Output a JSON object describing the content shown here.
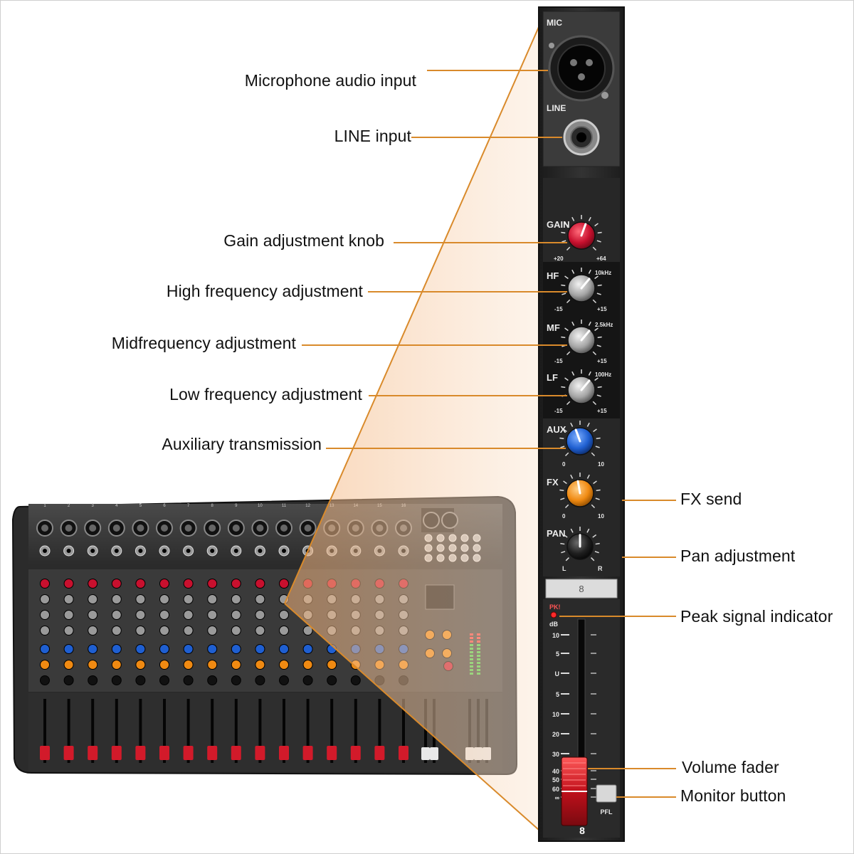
{
  "strip": {
    "mic_label": "MIC",
    "line_label": "LINE",
    "gain_label": "GAIN",
    "gain_min": "+20",
    "gain_max": "+64",
    "hf_label": "HF",
    "hf_freq": "10kHz",
    "mf_label": "MF",
    "mf_freq": "2.5kHz",
    "lf_label": "LF",
    "lf_freq": "100Hz",
    "eq_min": "-15",
    "eq_max": "+15",
    "aux_label": "AUX",
    "fx_label": "FX",
    "send_min": "0",
    "send_max": "10",
    "pan_label": "PAN",
    "pan_left": "L",
    "pan_right": "R",
    "channel_number": "8",
    "peak_label": "PK!",
    "db_label": "dB",
    "fader_scale": [
      "10",
      "5",
      "U",
      "5",
      "10",
      "20",
      "30",
      "40",
      "50",
      "60",
      "∞"
    ],
    "pfl_label": "PFL"
  },
  "callouts": [
    {
      "text": "Microphone audio input",
      "side": "left"
    },
    {
      "text": "LINE input",
      "side": "left"
    },
    {
      "text": "Gain adjustment knob",
      "side": "left"
    },
    {
      "text": "High frequency adjustment",
      "side": "left"
    },
    {
      "text": "Midfrequency adjustment",
      "side": "left"
    },
    {
      "text": "Low frequency adjustment",
      "side": "left"
    },
    {
      "text": "Auxiliary transmission",
      "side": "left"
    },
    {
      "text": "FX send",
      "side": "right"
    },
    {
      "text": "Pan adjustment",
      "side": "right"
    },
    {
      "text": "Peak signal indicator",
      "side": "right"
    },
    {
      "text": "Volume fader",
      "side": "right"
    },
    {
      "text": "Monitor button",
      "side": "right"
    }
  ],
  "mixer": {
    "channel_count": 16,
    "channel_numbers": [
      "1",
      "2",
      "3",
      "4",
      "5",
      "6",
      "7",
      "8",
      "9",
      "10",
      "11",
      "12",
      "13",
      "14",
      "15",
      "16"
    ]
  },
  "colors": {
    "leader": "#d98a2b",
    "zoom_fill": "#f6c79c",
    "panel_dark": "#2d2d2d",
    "gain_knob": "#c8102e",
    "aux_knob": "#1f5fd1",
    "fx_knob": "#f08a12",
    "eq_knob": "#9a9a9a"
  },
  "icons": [
    "xlr-socket-icon",
    "jack-socket-icon",
    "knob-icon",
    "fader-icon",
    "led-icon",
    "button-icon"
  ]
}
